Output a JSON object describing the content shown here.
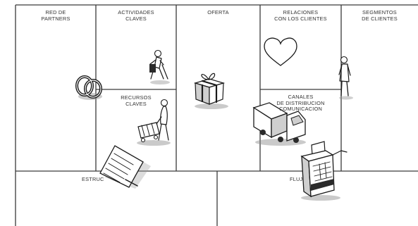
{
  "canvas": {
    "blocks": [
      {
        "id": "key-partners",
        "lines": [
          "RED DE",
          "PARTNERS"
        ]
      },
      {
        "id": "key-activities",
        "lines": [
          "ACTIVIDADES",
          "CLAVES"
        ]
      },
      {
        "id": "key-resources",
        "lines": [
          "RECURSOS",
          "CLAVES"
        ]
      },
      {
        "id": "value-proposition",
        "lines": [
          "OFERTA"
        ]
      },
      {
        "id": "customer-relationships",
        "lines": [
          "RELACIONES",
          "CON LOS CLIENTES"
        ]
      },
      {
        "id": "channels",
        "lines": [
          "CANALES",
          "DE DISTRIBUCION",
          "COMUNICACION"
        ]
      },
      {
        "id": "customer-segments",
        "lines": [
          "SEGMENTOS",
          "DE CLIENTES"
        ]
      },
      {
        "id": "cost-structure",
        "lines": [
          "ESTRUCTURA DE COSTOS"
        ],
        "shown": "ESTRUC"
      },
      {
        "id": "revenue-streams",
        "lines": [
          "FLUJOS DE INGRESOS"
        ],
        "shown": "FLUJ"
      }
    ],
    "text": {
      "key_partners_l1": "RED DE",
      "key_partners_l2": "PARTNERS",
      "key_activities_l1": "ACTIVIDADES",
      "key_activities_l2": "CLAVES",
      "key_resources_l1": "RECURSOS",
      "key_resources_l2": "CLAVES",
      "value_proposition": "OFERTA",
      "customer_relationships_l1": "RELACIONES",
      "customer_relationships_l2": "CON LOS CLIENTES",
      "channels_l1": "CANALES",
      "channels_l2": "DE DISTRIBUCION",
      "channels_l3": "COMUNICACION",
      "customer_segments_l1": "SEGMENTOS",
      "customer_segments_l2": "DE CLIENTES",
      "cost_structure": "ESTRUC",
      "revenue_streams": "FLUJ"
    },
    "icons": {
      "key_partners": "interlocked-rings-icon",
      "key_activities": "worker-icon",
      "key_resources": "person-with-cart-icon",
      "value_proposition": "gift-box-icon",
      "customer_relationships": "heart-icon",
      "channels": "delivery-truck-icon",
      "customer_segments": "standing-person-icon",
      "cost_structure": "invoice-paper-icon",
      "revenue_streams": "cash-register-icon"
    },
    "colors": {
      "line": "#3a3a3a",
      "ink": "#1a1a1a",
      "background": "#ffffff"
    }
  }
}
